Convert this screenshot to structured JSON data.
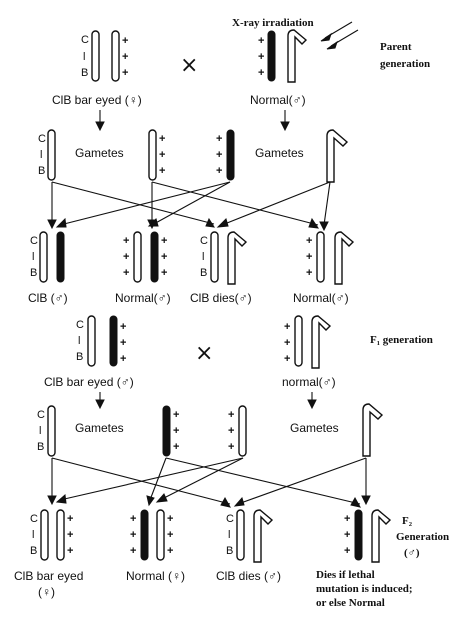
{
  "labels": {
    "xray": "X-ray irradiation",
    "parent_generation_1": "Parent",
    "parent_generation_2": "generation",
    "cross_symbol": "×",
    "clb_female": "ClB bar eyed (♀)",
    "normal_male": "Normal(♂)",
    "gametes": "Gametes",
    "row3": [
      "ClB (♂)",
      "Normal(♂)",
      "ClB dies(♂)",
      "Normal(♂)"
    ],
    "f1_generation": "F₁ generation",
    "clb_bar_eyed_male": "ClB bar eyed (♂)",
    "normal_male_lower": "normal(♂)",
    "f2_label": "F₂",
    "f2_generation": "Generation",
    "f2_generation_sex": "(♂)",
    "clb_bar_eyed_bottom_1": "ClB bar eyed",
    "clb_bar_eyed_bottom_2": "(♀)",
    "normal_female": "Normal (♀)",
    "clb_dies_male": "ClB dies (♂)",
    "dies_note_1": "Dies if lethal",
    "dies_note_2": "mutation is induced;",
    "dies_note_3": "or else Normal",
    "gene_C": "C",
    "gene_l": "l",
    "gene_B": "B",
    "plus": "+"
  }
}
